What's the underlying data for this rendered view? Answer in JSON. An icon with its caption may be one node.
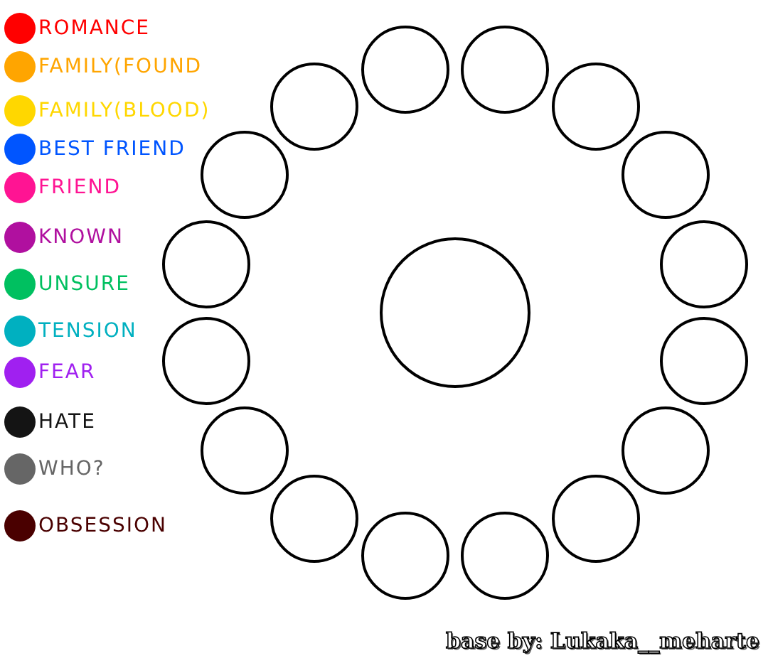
{
  "diagram": {
    "nodes": [
      {
        "text": [],
        "shape": "circle"
      },
      {
        "text": [],
        "shape": "circle"
      },
      {
        "text": [],
        "shape": "circle"
      },
      {
        "text": [],
        "shape": "circle"
      },
      {
        "text": [],
        "shape": "circle"
      },
      {
        "text": [],
        "shape": "circle"
      },
      {
        "text": [],
        "shape": "circle"
      },
      {
        "text": [],
        "shape": "circle"
      },
      {
        "text": [],
        "shape": "circle"
      },
      {
        "text": [],
        "shape": "circle"
      },
      {
        "text": [],
        "shape": "circle"
      },
      {
        "text": [],
        "shape": "circle"
      },
      {
        "text": [],
        "shape": "circle"
      },
      {
        "text": [],
        "shape": "circle"
      },
      {
        "text": [],
        "shape": "circle"
      },
      {
        "text": [],
        "shape": "circle"
      },
      {
        "text": [],
        "shape": "circle"
      }
    ],
    "labels": [
      "base by: Lukaka__meharte"
    ],
    "legend": [
      {
        "text": "ROMANCE",
        "color": "#ff0000"
      },
      {
        "text": "FAMILY(FOUND",
        "color": "#ffa500"
      },
      {
        "text": "FAMILY(BLOOD)",
        "color": "#ffd700"
      },
      {
        "text": "BEST FRIEND",
        "color": "#0055ff"
      },
      {
        "text": "FRIEND",
        "color": "#ff1493"
      },
      {
        "text": "KNOWN",
        "color": "#b0109f"
      },
      {
        "text": "UNSURE",
        "color": "#00c060"
      },
      {
        "text": "TENSION",
        "color": "#00b0c0"
      },
      {
        "text": "FEAR",
        "color": "#a020f0"
      },
      {
        "text": "HATE",
        "color": "#141414"
      },
      {
        "text": "WHO?",
        "color": "#666666"
      },
      {
        "text": "OBSESSION",
        "color": "#4a0000"
      }
    ]
  }
}
